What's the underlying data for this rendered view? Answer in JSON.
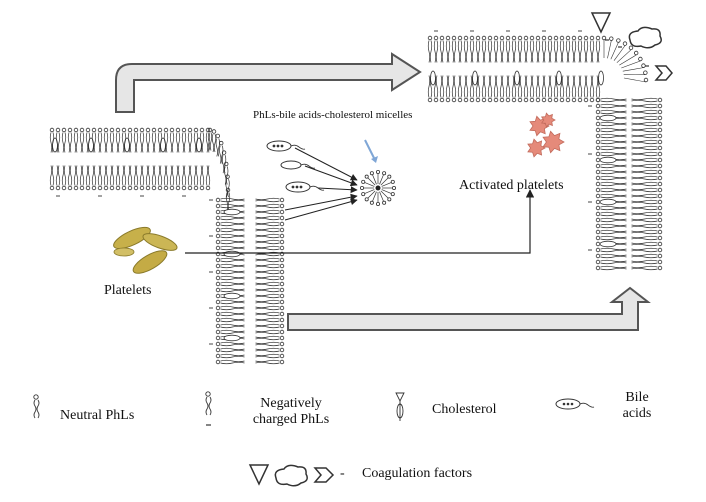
{
  "diagram": {
    "micelle_label": "PhLs-bile acids-cholesterol micelles",
    "activated_label": "Activated platelets",
    "platelets_label": "Platelets"
  },
  "legend": {
    "neutral": "Neutral PhLs",
    "negative_line1": "Negatively",
    "negative_line2": "charged  PhLs",
    "cholesterol": "Cholesterol",
    "bile_line1": "Bile",
    "bile_line2": "acids",
    "coagulation": "Coagulation factors",
    "minus_sign": "-"
  },
  "colors": {
    "membrane": "#333333",
    "arrow_fill": "#e6e6e6",
    "arrow_stroke": "#555555",
    "platelet": "#c7b04a",
    "activated_platelet": "#e58a7a",
    "micelle_pointer": "#7fa6d6"
  }
}
